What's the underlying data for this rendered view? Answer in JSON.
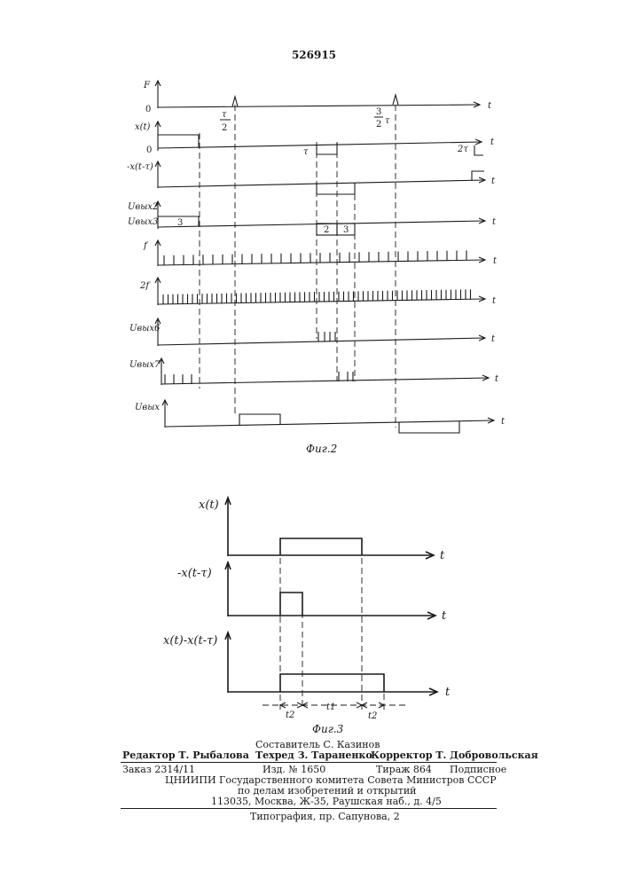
{
  "patent_number": "526915",
  "fig2": {
    "caption": "Фиг.2",
    "labels": {
      "F": "F",
      "zero_top": "0",
      "x_t": "x(t)",
      "zero_x": "0",
      "neg_x_shift": "-x(t-τ)",
      "u_out2": "Uвых2",
      "u_out3": "Uвых3",
      "f": "f",
      "two_f": "2f",
      "u_out6": "Uвых6",
      "u_out7": "Uвых7",
      "u_out": "Uвых"
    },
    "time_axis_label": "t",
    "markers": {
      "tau_half_num": "τ",
      "tau_half_den": "2",
      "three_half_num": "3",
      "three_half_den": "2",
      "three_half_tau": "τ",
      "tau": "τ",
      "two_tau": "2τ"
    },
    "segment_labels": {
      "seg3_left": "3",
      "seg2": "2",
      "seg3_right": "3"
    }
  },
  "fig3": {
    "caption": "Фиг.3",
    "labels": {
      "x_t": "x(t)",
      "neg_x_shift": "-x(t-τ)",
      "diff": "x(t)-x(t-τ)"
    },
    "time_axis_label": "t",
    "dimensions": {
      "t2_left": "t2",
      "t1": "t1",
      "t2_right": "t2"
    }
  },
  "footer": {
    "compiler": "Составитель С. Казинов",
    "editor": "Редактор Т. Рыбалова",
    "techred": "Техред З. Тараненко",
    "corrector": "Корректор Т. Добровольская",
    "order": "Заказ 2314/11",
    "edition": "Изд. № 1650",
    "circulation": "Тираж 864",
    "subscription": "Подписное",
    "org1": "ЦНИИПИ Государственного комитета Совета Министров СССР",
    "org2": "по делам изобретений и открытий",
    "address": "113035, Москва, Ж-35, Раушская наб., д. 4/5",
    "printer": "Типография, пр. Сапунова, 2"
  }
}
